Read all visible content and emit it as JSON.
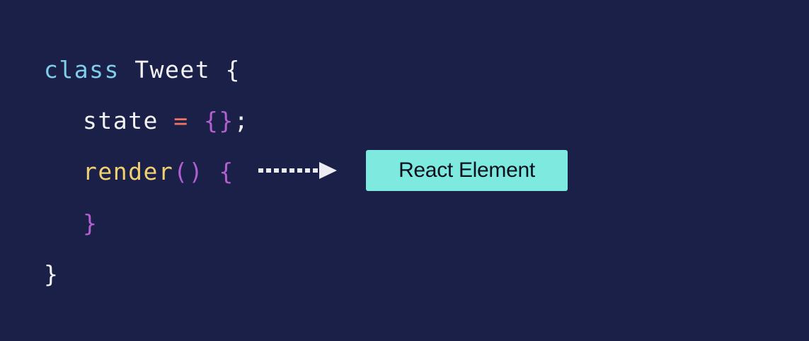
{
  "code": {
    "line1": {
      "keyword": "class",
      "name": "Tweet",
      "open_brace": "{"
    },
    "line2": {
      "name": "state",
      "op": "=",
      "value": "{}",
      "semi": ";"
    },
    "line3": {
      "fn": "render",
      "parens": "()",
      "open_brace": "{"
    },
    "line4": {
      "close_brace": "}"
    },
    "line5": {
      "close_brace": "}"
    }
  },
  "diagram": {
    "target_label": "React Element",
    "arrow_style": "dotted",
    "box_color": "#7eeadf"
  },
  "colors": {
    "background": "#1b2049",
    "keyword": "#7fcde8",
    "identifier": "#f2f2f4",
    "operator": "#ef7461",
    "brace_accent": "#b25fd0",
    "function": "#f0d071"
  }
}
